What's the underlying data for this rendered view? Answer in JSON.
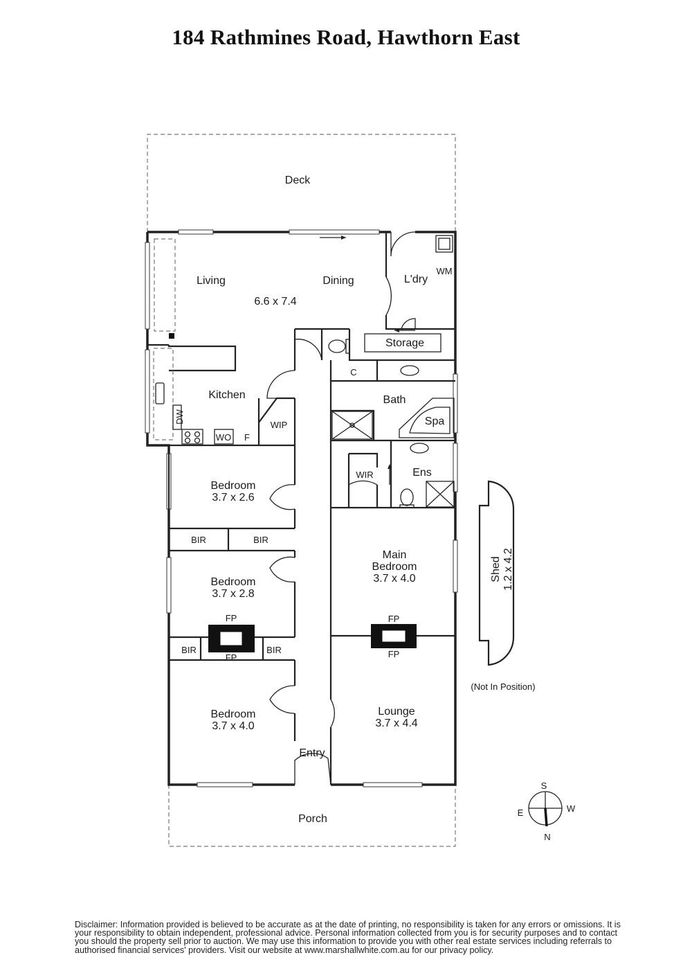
{
  "title": "184 Rathmines Road, Hawthorn East",
  "rooms": {
    "deck": "Deck",
    "living": "Living",
    "dining": "Dining",
    "living_size": "6.6 x 7.4",
    "laundry": "L'dry",
    "wm": "WM",
    "storage": "Storage",
    "kitchen": "Kitchen",
    "dw": "DW",
    "wo": "WO",
    "f": "F",
    "wip": "WIP",
    "c": "C",
    "bath": "Bath",
    "spa": "Spa",
    "wir": "WIR",
    "ens": "Ens",
    "bed1": "Bedroom",
    "bed1_size": "3.7 x 2.6",
    "bir1": "BIR",
    "bir2": "BIR",
    "bed2": "Bedroom",
    "bed2_size": "3.7 x 2.8",
    "fp1": "FP",
    "fp2": "FP",
    "fp3": "FP",
    "fp4": "FP",
    "bir3": "BIR",
    "bir4": "BIR",
    "bed3": "Bedroom",
    "bed3_size": "3.7 x 4.0",
    "main_bed_1": "Main",
    "main_bed_2": "Bedroom",
    "main_bed_size": "3.7 x 4.0",
    "lounge": "Lounge",
    "lounge_size": "3.7 x 4.4",
    "entry": "Entry",
    "porch": "Porch",
    "shed": "Shed",
    "shed_size": "1.2 x 4.2",
    "not_in_position": "(Not In Position)"
  },
  "compass": {
    "s": "S",
    "w": "W",
    "e": "E",
    "n": "N"
  },
  "disclaimer": "Disclaimer: Information provided is believed to be accurate as at the date of printing, no responsibility is taken for any errors or omissions. It is your responsibility to obtain independent, professional advice. Personal information collected from you is for security purposes and to contact you should the property sell prior to auction. We may use this information to provide you with other real estate services including referrals to authorised financial services' providers. Visit our website at www.marshallwhite.com.au for our privacy policy."
}
